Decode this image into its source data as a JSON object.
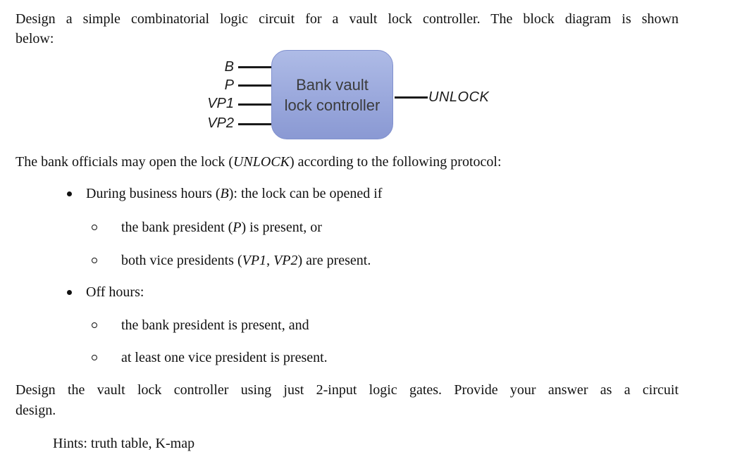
{
  "intro": {
    "line1": "Design a simple combinatorial logic circuit for a vault lock controller. The block diagram is shown",
    "line2": "below:"
  },
  "diagram": {
    "inputs": [
      {
        "label": "B"
      },
      {
        "label": "P"
      },
      {
        "label": "VP1"
      },
      {
        "label": "VP2"
      }
    ],
    "box": {
      "line1": "Bank vault",
      "line2": "lock controller",
      "fill_top": "#aebbe6",
      "fill_bottom": "#8a99d3",
      "text_color": "#3b3b3b"
    },
    "output": {
      "label": "UNLOCK"
    },
    "wire_color": "#1a1a1a"
  },
  "protocol": {
    "s0": "The bank officials may open the lock (",
    "s1": "UNLOCK",
    "s2": ") according to the following protocol:"
  },
  "list": {
    "b1": {
      "s0": "During business hours (",
      "s1": "B",
      "s2": "): the lock can be opened if"
    },
    "b1s1": {
      "s0": "the bank president (",
      "s1": "P",
      "s2": ") is present, or"
    },
    "b1s2": {
      "s0": "both vice presidents (",
      "s1": "VP1",
      "s2": ", ",
      "s3": "VP2",
      "s4": ") are present."
    },
    "b2": {
      "s0": "Off hours:"
    },
    "b2s1": {
      "s0": "the bank president is present, and"
    },
    "b2s2": {
      "s0": "at least one vice president is present."
    }
  },
  "closing": {
    "line1": "Design the vault lock controller using just 2-input logic gates. Provide your answer as a circuit",
    "line2": "design."
  },
  "hints": "Hints: truth table, K-map"
}
